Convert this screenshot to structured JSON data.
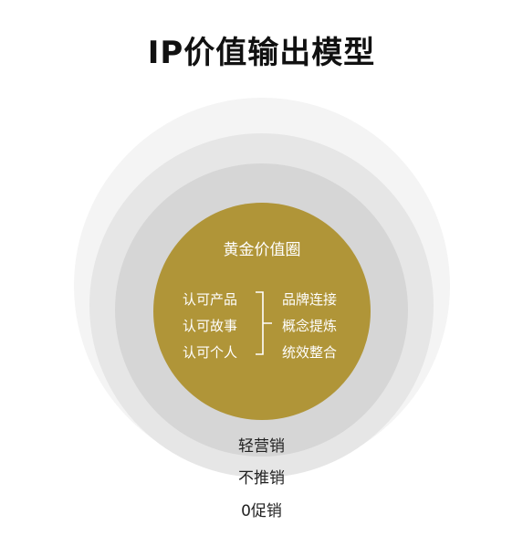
{
  "title": "IP价值输出模型",
  "colors": {
    "outer_ring": "#f4f4f4",
    "middle_ring": "#e6e6e6",
    "inner_ring": "#d6d6d6",
    "core": "#b09538",
    "core_text": "#ffffff",
    "bracket": "#ffffff"
  },
  "core": {
    "title": "黄金价值圈",
    "left_items": [
      "认可产品",
      "认可故事",
      "认可个人"
    ],
    "right_items": [
      "品牌连接",
      "概念提炼",
      "统效整合"
    ]
  },
  "rings": {
    "inner_label": "轻营销",
    "middle_label": "不推销",
    "outer_label": "0促销"
  }
}
